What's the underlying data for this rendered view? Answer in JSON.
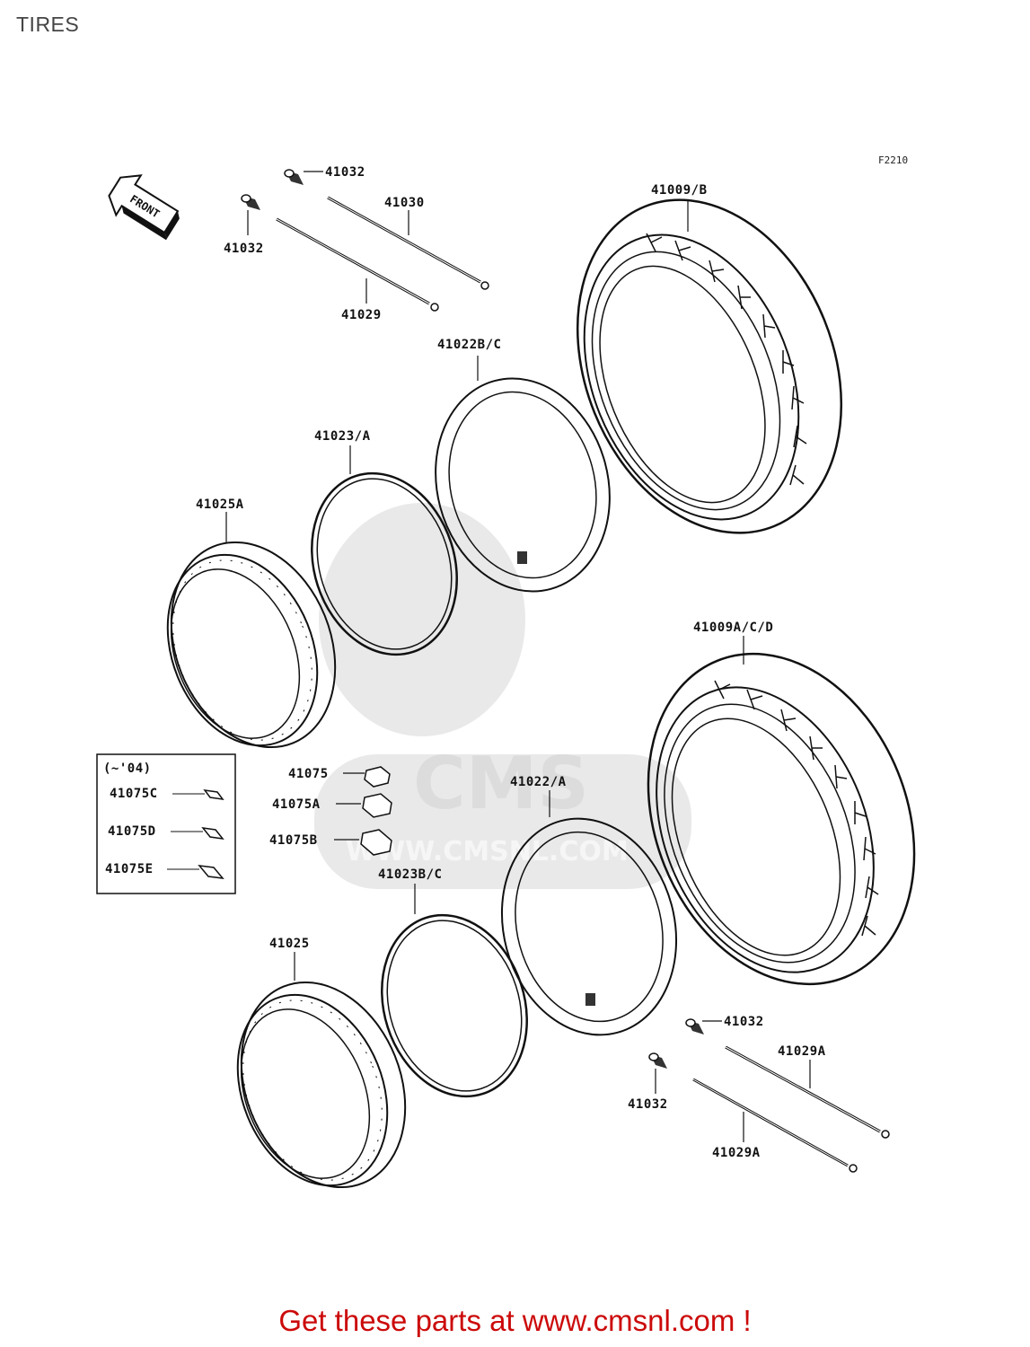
{
  "title": "TIRES",
  "figure_code": "F2210",
  "front_label": "FRONT",
  "watermark": {
    "brand": "CMS",
    "url": "WWW.CMSNL.COM"
  },
  "labels": {
    "p41032_top": "41032",
    "p41030": "41030",
    "p41032_left": "41032",
    "p41029": "41029",
    "p41009b": "41009/B",
    "p41022bc": "41022B/C",
    "p41023a": "41023/A",
    "p41025a": "41025A",
    "p41009acd": "41009A/C/D",
    "p41075": "41075",
    "p41075a": "41075A",
    "p41075b": "41075B",
    "p41022a": "41022/A",
    "p41023bc": "41023B/C",
    "p41025": "41025",
    "p41032_r1": "41032",
    "p41029a_1": "41029A",
    "p41032_r2": "41032",
    "p41029a_2": "41029A"
  },
  "legend_box": {
    "title": "(~'04)",
    "items": [
      "41075C",
      "41075D",
      "41075E"
    ]
  },
  "footer": "Get these parts at www.cmsnl.com !"
}
